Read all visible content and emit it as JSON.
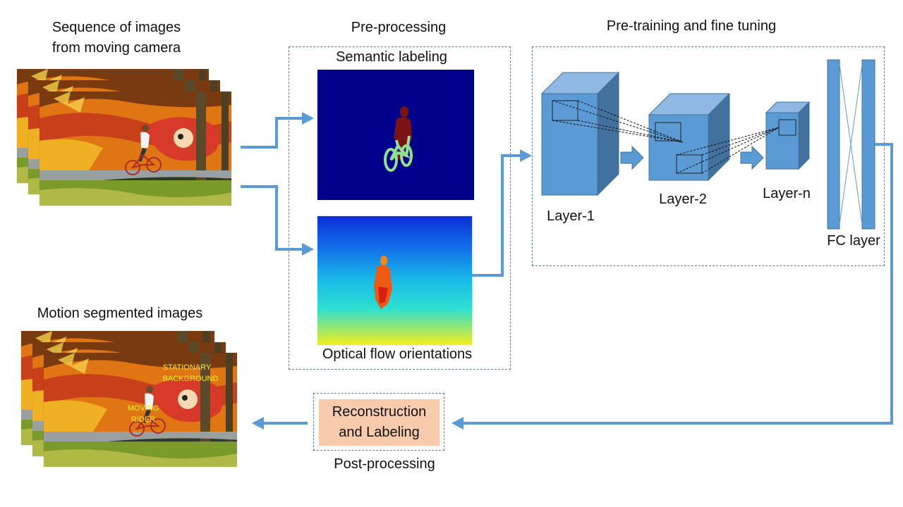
{
  "input_section": {
    "title_line1": "Sequence of images",
    "title_line2": "from moving camera"
  },
  "preprocessing": {
    "title": "Pre-processing",
    "semantic_label": "Semantic labeling",
    "flow_label": "Optical flow orientations"
  },
  "network": {
    "title": "Pre-training and fine tuning",
    "layers": [
      "Layer-1",
      "Layer-2",
      "Layer-n"
    ],
    "fc_label": "FC layer"
  },
  "postprocessing": {
    "box_line1": "Reconstruction",
    "box_line2": "and Labeling",
    "caption": "Post-processing"
  },
  "output_section": {
    "title": "Motion segmented images",
    "overlay_background_line1": "STATIONARY",
    "overlay_background_line2": "BACKGROUND",
    "overlay_rider_line1": "MOVING",
    "overlay_rider_line2": "RIDER"
  },
  "colors": {
    "arrow": "#5b9bd5",
    "cube_front": "#5b9bd5",
    "cube_top": "#8fb8e3",
    "cube_side": "#41719c",
    "semantic_bg": "#00008b",
    "semantic_rider": "#7a1414",
    "semantic_bike": "#8fe08f",
    "postproc_box": "#f8cbad",
    "overlay_text": "#f2ef2a"
  }
}
